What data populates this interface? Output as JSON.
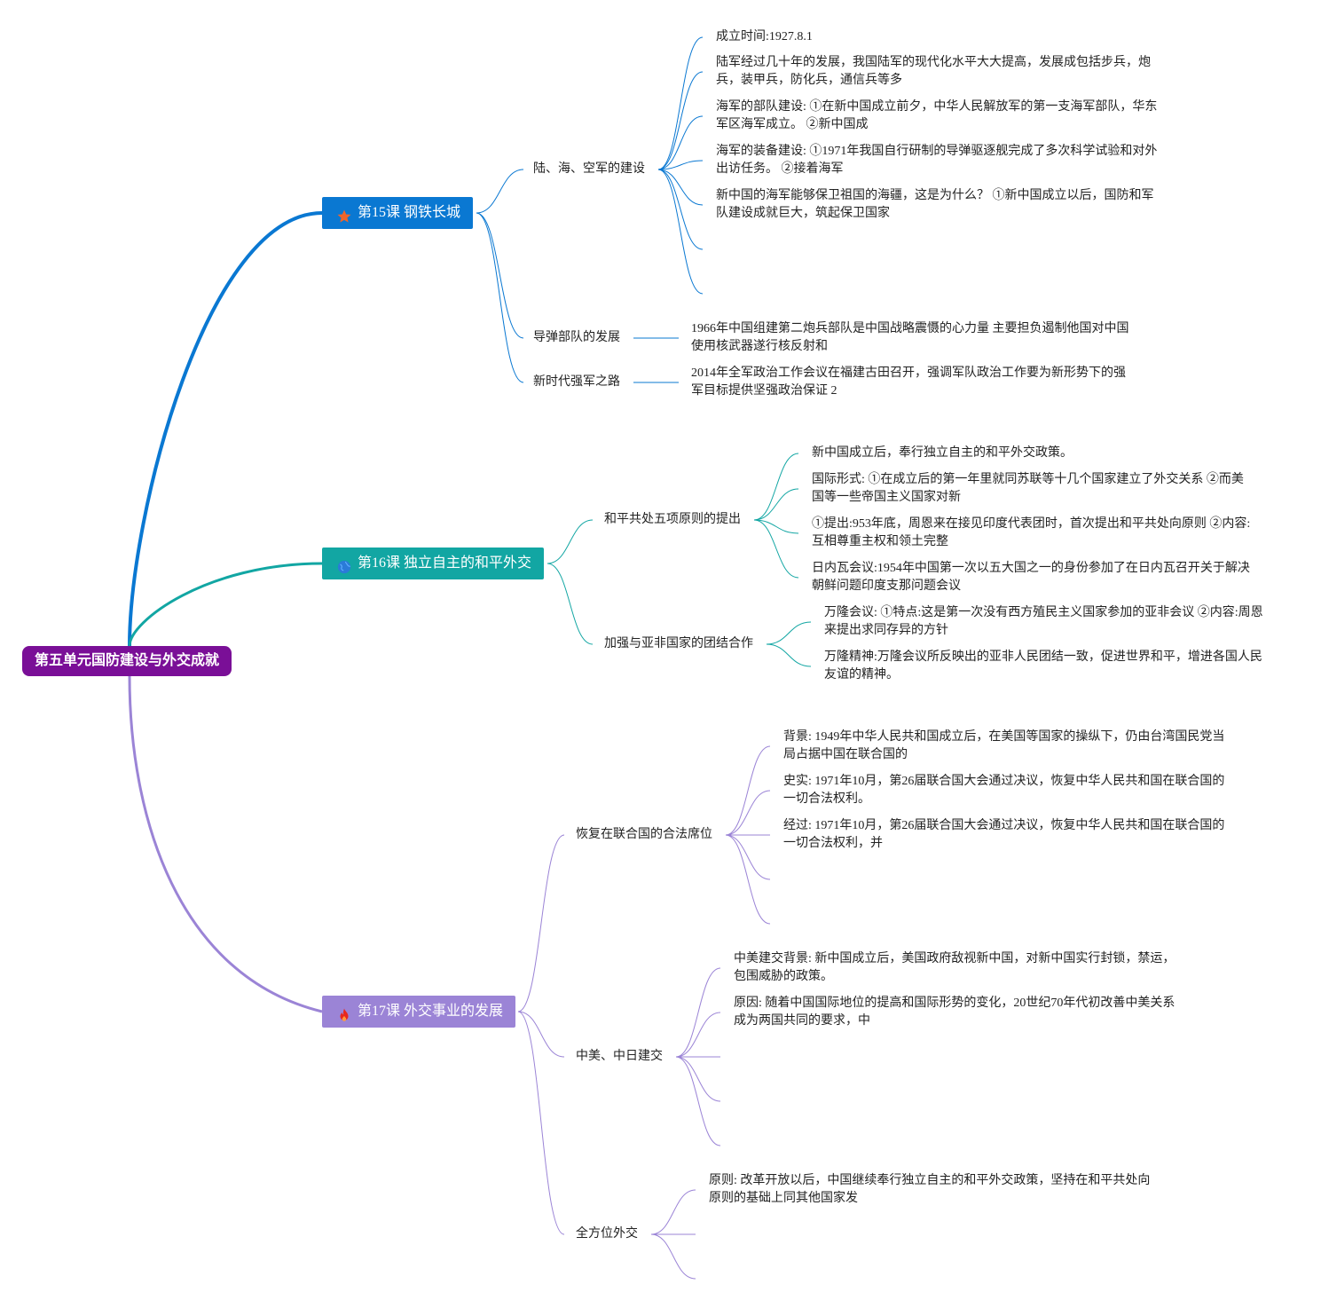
{
  "root": {
    "label": "第五单元国防建设与外交成就",
    "color": "#7a0f97"
  },
  "lessons": [
    {
      "label": "第15课 钢铁长城",
      "icon": "star-icon",
      "color": "#0a78d2",
      "topics": [
        {
          "label": "陆、海、空军的建设",
          "leaves": [
            "成立时间:1927.8.1",
            "陆军经过几十年的发展，我国陆军的现代化水平大大提高，发展成包括步兵，炮兵，装甲兵，防化兵，通信兵等多",
            "海军的部队建设: ①在新中国成立前夕，中华人民解放军的第一支海军部队，华东军区海军成立。 ②新中国成",
            "海军的装备建设: ①1971年我国自行研制的导弹驱逐舰完成了多次科学试验和对外出访任务。 ②接着海军",
            "新中国的海军能够保卫祖国的海疆，这是为什么？ ①新中国成立以后，国防和军队建设成就巨大，筑起保卫国家",
            "",
            ""
          ]
        },
        {
          "label": "导弹部队的发展",
          "leaves": [
            "1966年中国组建第二炮兵部队是中国战略震慑的心力量 主要担负遏制他国对中国使用核武器遂行核反射和"
          ]
        },
        {
          "label": "新时代强军之路",
          "leaves": [
            "2014年全军政治工作会议在福建古田召开，强调军队政治工作要为新形势下的强军目标提供坚强政治保证 2"
          ]
        }
      ]
    },
    {
      "label": "第16课 独立自主的和平外交",
      "icon": "globe-icon",
      "color": "#12a6a3",
      "topics": [
        {
          "label": "和平共处五项原则的提出",
          "leaves": [
            "新中国成立后，奉行独立自主的和平外交政策。",
            "国际形式: ①在成立后的第一年里就同苏联等十几个国家建立了外交关系 ②而美国等一些帝国主义国家对新",
            "①提出:953年底，周恩来在接见印度代表团时，首次提出和平共处向原则 ②内容:互相尊重主权和领土完整",
            "日内瓦会议:1954年中国第一次以五大国之一的身份参加了在日内瓦召开关于解决朝鲜问题印度支那问题会议"
          ]
        },
        {
          "label": "加强与亚非国家的团结合作",
          "leaves": [
            "万隆会议: ①特点:这是第一次没有西方殖民主义国家参加的亚非会议 ②内容:周恩来提出求同存异的方针",
            "万隆精神:万隆会议所反映出的亚非人民团结一致，促进世界和平，增进各国人民友谊的精神。"
          ]
        }
      ]
    },
    {
      "label": "第17课 外交事业的发展",
      "icon": "fire-icon",
      "color": "#9b84d6",
      "topics": [
        {
          "label": "恢复在联合国的合法席位",
          "leaves": [
            "背景: 1949年中华人民共和国成立后，在美国等国家的操纵下，仍由台湾国民党当局占据中国在联合国的",
            "史实: 1971年10月，第26届联合国大会通过决议，恢复中华人民共和国在联合国的一切合法权利。",
            "经过: 1971年10月，第26届联合国大会通过决议，恢复中华人民共和国在联合国的一切合法权利，并",
            "",
            ""
          ]
        },
        {
          "label": "中美、中日建交",
          "leaves": [
            "中美建交背景: 新中国成立后，美国政府敌视新中国，对新中国实行封锁，禁运，包围威胁的政策。",
            "原因: 随着中国国际地位的提高和国际形势的变化，20世纪70年代初改善中美关系成为两国共同的要求，中",
            "",
            "",
            ""
          ]
        },
        {
          "label": "全方位外交",
          "leaves": [
            "原则: 改革开放以后，中国继续奉行独立自主的和平外交政策，坚持在和平共处向原则的基础上同其他国家发",
            "",
            ""
          ]
        }
      ]
    }
  ]
}
